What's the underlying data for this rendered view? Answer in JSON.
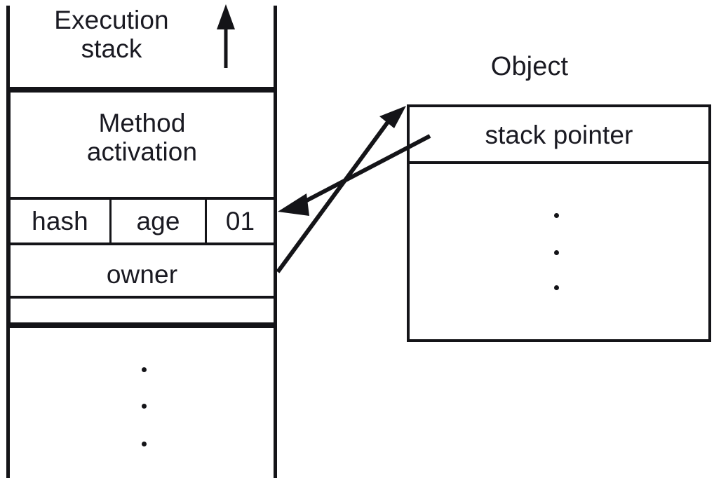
{
  "diagram": {
    "title": "Execution stack and Object stack-pointer relationship",
    "background_color": "#ffffff",
    "ink_color": "#141418",
    "text_color": "#1a1a22"
  },
  "stack": {
    "title": "Execution\nstack",
    "growth_arrow": "up-arrow-icon",
    "frame": {
      "name": "Method\nactivation",
      "fields_row": [
        {
          "key": "hash",
          "label": "hash"
        },
        {
          "key": "age",
          "label": "age"
        },
        {
          "key": "flags",
          "label": "01"
        }
      ],
      "owner_row": "owner",
      "blank_row": ""
    },
    "ellipsis": "···"
  },
  "object": {
    "title": "Object",
    "header_field": "stack pointer",
    "body_ellipsis": "···"
  },
  "arrows": [
    {
      "name": "owner-to-object",
      "from": "owner",
      "to": "Object",
      "direction": "up-right"
    },
    {
      "name": "stack-pointer-to-header-word",
      "from": "stack pointer",
      "to": "01",
      "direction": "down-left"
    }
  ]
}
